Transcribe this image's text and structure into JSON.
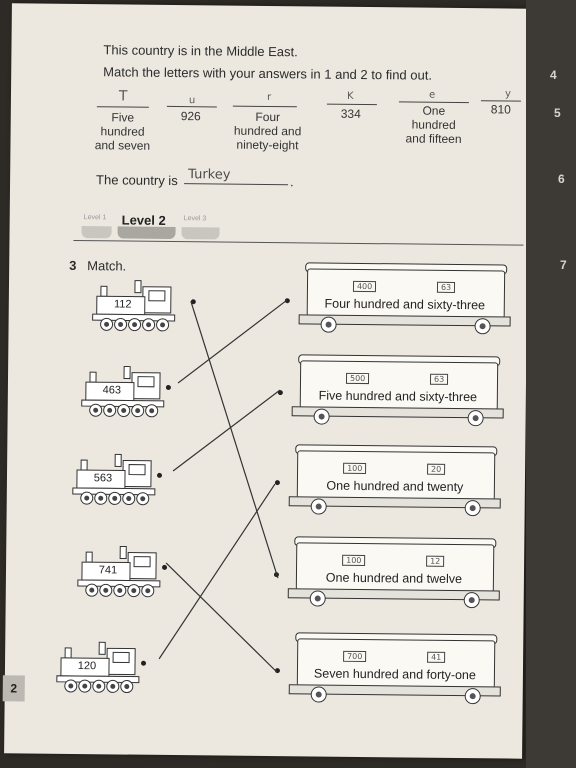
{
  "intro": {
    "line1": "This country is in the Middle East.",
    "line2": "Match the letters with your answers in 1 and 2 to find out."
  },
  "blanks": [
    {
      "letter": "T",
      "answer": "Five\nhundred\nand seven"
    },
    {
      "letter": "u",
      "answer": "926"
    },
    {
      "letter": "r",
      "answer": "Four\nhundred and\nninety-eight"
    },
    {
      "letter": "K",
      "answer": "334"
    },
    {
      "letter": "e",
      "answer": "One\nhundred\nand fifteen"
    },
    {
      "letter": "y",
      "answer": "810"
    }
  ],
  "country": {
    "label": "The country is",
    "answer": "Turkey",
    "end": "."
  },
  "levels": {
    "l1": "Level 1",
    "l2": "Level 2",
    "l3": "Level 3"
  },
  "exercise": {
    "number": "3",
    "title": "Match."
  },
  "engines": [
    "112",
    "463",
    "563",
    "741",
    "120"
  ],
  "cars": [
    {
      "hundreds": "400",
      "ones": "63",
      "label": "Four hundred and sixty-three"
    },
    {
      "hundreds": "500",
      "ones": "63",
      "label": "Five hundred and sixty-three"
    },
    {
      "hundreds": "100",
      "ones": "20",
      "label": "One hundred and twenty"
    },
    {
      "hundreds": "100",
      "ones": "12",
      "label": "One hundred and twelve"
    },
    {
      "hundreds": "700",
      "ones": "41",
      "label": "Seven hundred and forty-one"
    }
  ],
  "page_number": "2",
  "right_page_numbers": [
    "4",
    "5",
    "6",
    "7"
  ]
}
